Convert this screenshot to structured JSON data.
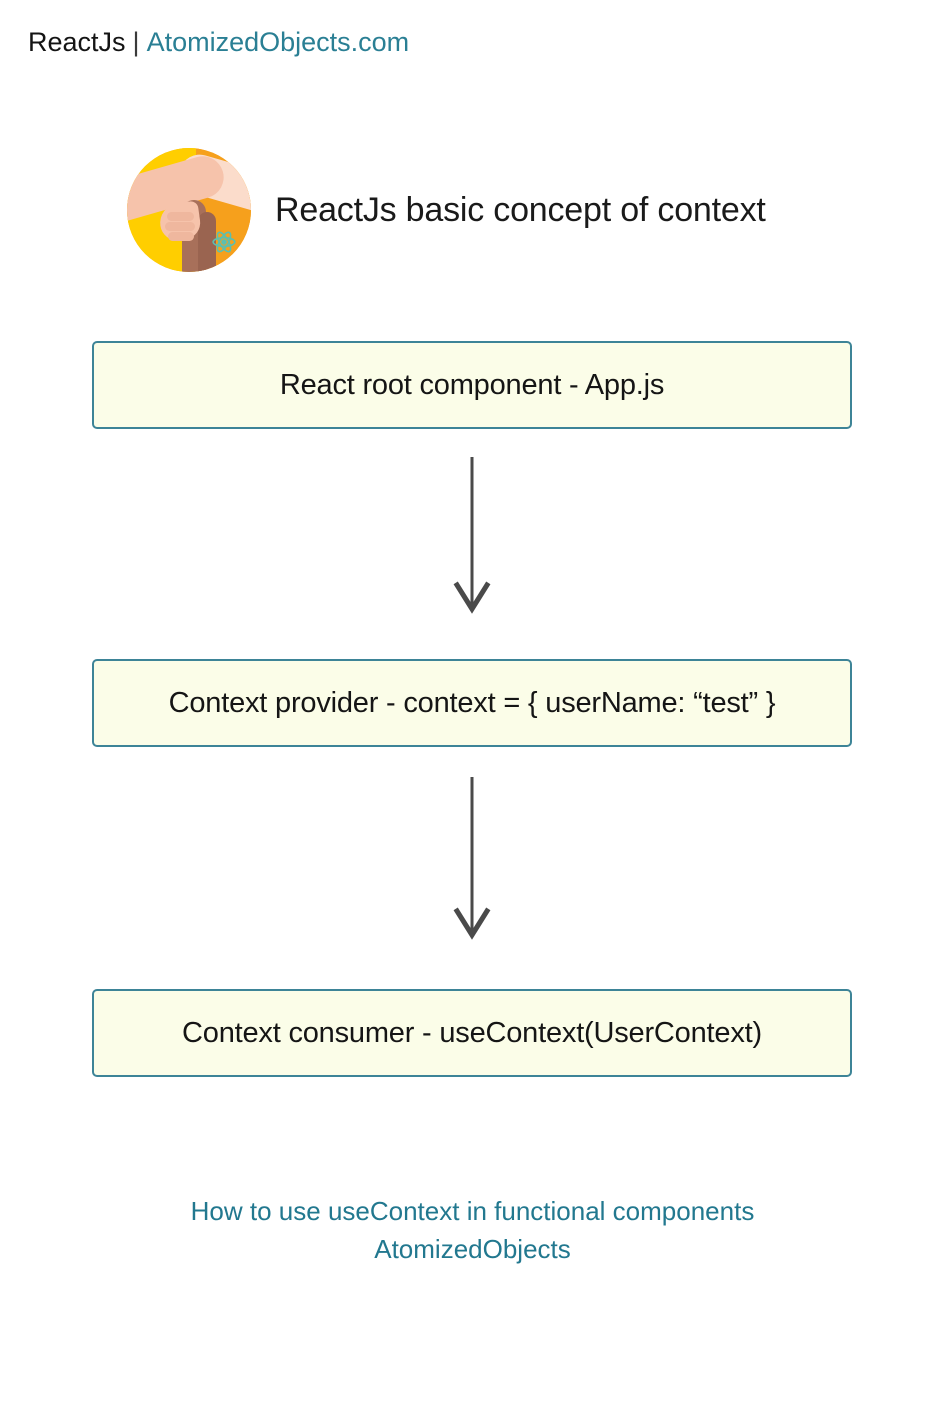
{
  "header": {
    "brand": "ReactJs",
    "separator": "|",
    "domain": "AtomizedObjects.com",
    "domain_color": "#2a7f94"
  },
  "hero": {
    "logo_icon": "clasping-hands-react-logo",
    "title": "ReactJs basic concept of context"
  },
  "diagram": {
    "box_fill": "#fbfde8",
    "box_border": "#3d8497",
    "arrow_color": "#4a4a4a",
    "nodes": [
      {
        "label": "React root component - App.js"
      },
      {
        "label": "Context provider - context = { userName: “test” }"
      },
      {
        "label": "Context consumer - useContext(UserContext)"
      }
    ],
    "connectors": [
      {
        "icon": "arrow-down-icon"
      },
      {
        "icon": "arrow-down-icon"
      }
    ]
  },
  "footer": {
    "line1": "How to use useContext in functional components",
    "line2": "AtomizedObjects",
    "color": "#22788f"
  }
}
